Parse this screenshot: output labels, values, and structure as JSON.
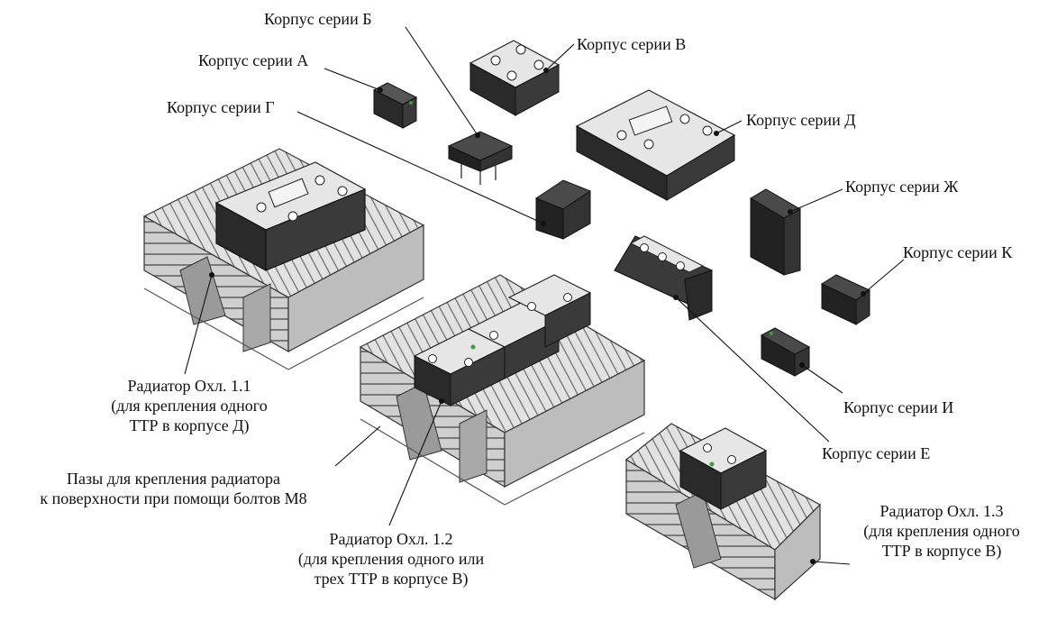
{
  "labels": {
    "case_a": "Корпус серии А",
    "case_b": "Корпус серии Б",
    "case_v": "Корпус серии В",
    "case_g": "Корпус серии Г",
    "case_d": "Корпус серии Д",
    "case_zh": "Корпус серии Ж",
    "case_k": "Корпус серии К",
    "case_i": "Корпус серии И",
    "case_e": "Корпус серии Е",
    "radiator_1_1": {
      "line1": "Радиатор Охл. 1.1",
      "line2": "(для крепления одного",
      "line3": "ТТР в корпусе Д)"
    },
    "slots": {
      "line1": "Пазы для крепления радиатора",
      "line2": "к поверхности при помощи болтов М8"
    },
    "radiator_1_2": {
      "line1": "Радиатор Охл. 1.2",
      "line2": "(для крепления одного или",
      "line3": "трех ТТР в корпусе В)"
    },
    "radiator_1_3": {
      "line1": "Радиатор Охл. 1.3",
      "line2": "(для крепления одного",
      "line3": "ТТР в корпусе В)"
    }
  },
  "colors": {
    "body_dark": "#2a2a2a",
    "aluminium": "#d4d4d4",
    "aluminium_dark": "#8a8a8a",
    "line": "#111111"
  }
}
